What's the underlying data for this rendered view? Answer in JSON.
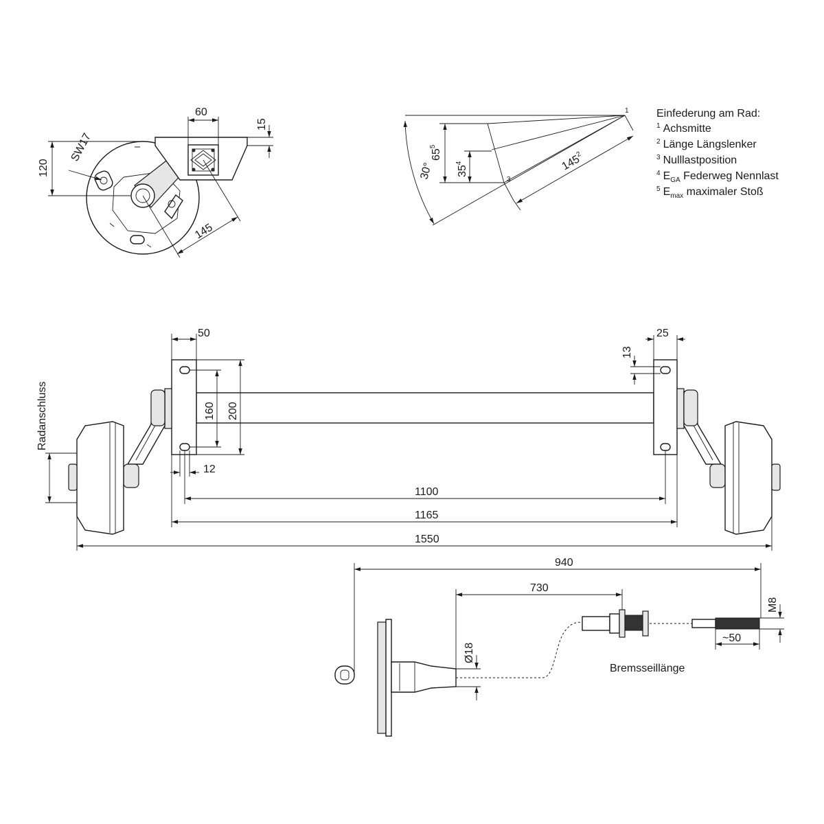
{
  "side_view": {
    "dim_60": "60",
    "dim_15": "15",
    "dim_120": "120",
    "dim_sw17": "SW17",
    "dim_145": "145"
  },
  "suspension_diagram": {
    "dim_30": "30°",
    "dim_65": "65",
    "dim_65_sup": "5",
    "dim_35": "35",
    "dim_35_sup": "4",
    "dim_145": "145",
    "dim_145_sup": "2",
    "point_1": "1",
    "point_3": "3"
  },
  "legend": {
    "title": "Einfederung am Rad:",
    "items": [
      {
        "num": "1",
        "text": "Achsmitte"
      },
      {
        "num": "2",
        "text": "Länge Längslenker"
      },
      {
        "num": "3",
        "text": "Nulllastposition"
      },
      {
        "num": "4",
        "pre": "E",
        "sub": "GA",
        "text": " Federweg Nennlast"
      },
      {
        "num": "5",
        "pre": "E",
        "sub": "max",
        "text": " maximaler Stoß"
      }
    ]
  },
  "axle_view": {
    "dim_50": "50",
    "dim_25": "25",
    "dim_13": "13",
    "dim_160": "160",
    "dim_200": "200",
    "dim_12": "12",
    "dim_1100": "1100",
    "dim_1165": "1165",
    "dim_1550": "1550",
    "label_radanschluss": "Radanschluss"
  },
  "cable_view": {
    "dim_940": "940",
    "dim_730": "730",
    "dim_m8": "M8",
    "dim_18": "Ø18",
    "dim_50": "~50",
    "label_bremsseil": "Bremsseillänge"
  }
}
